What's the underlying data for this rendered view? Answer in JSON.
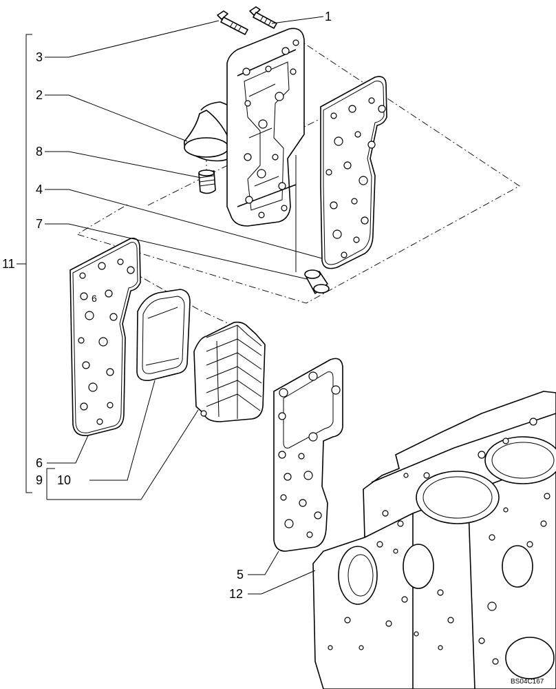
{
  "callouts": {
    "c1": "1",
    "c2": "2",
    "c3": "3",
    "c4": "4",
    "c5": "5",
    "c6": "6",
    "c6b": "6",
    "c7": "7",
    "c8": "8",
    "c9": "9",
    "c10": "10",
    "c11": "11",
    "c12": "12"
  },
  "drawing_code": "BS04C167"
}
